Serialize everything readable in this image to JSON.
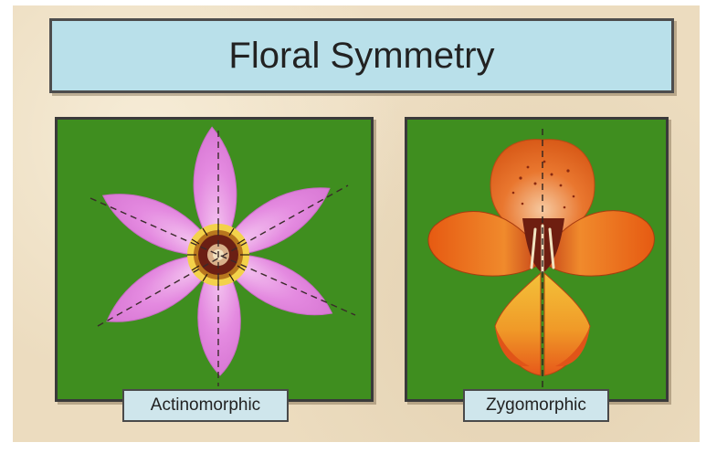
{
  "title": "Floral Symmetry",
  "panels": [
    {
      "label": "Actinomorphic",
      "background": "#3f8e1f",
      "petal_color": "#e48ae0"
    },
    {
      "label": "Zygomorphic",
      "background": "#3f8e1f",
      "petal_color": "#e8661a"
    }
  ],
  "colors": {
    "title_box": "#b9e0ea",
    "label_box": "#cfe6ec",
    "background": "#ecdcbf"
  }
}
